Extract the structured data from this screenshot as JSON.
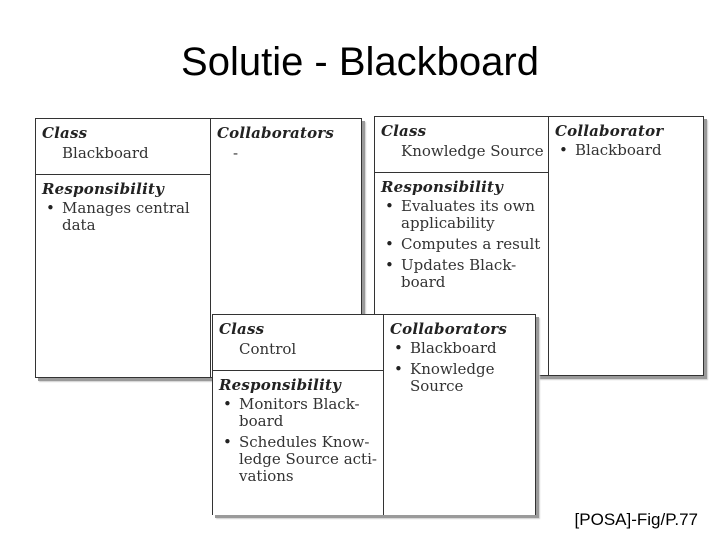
{
  "title": "Solutie - Blackboard",
  "caption": "[POSA]-Fig/P.77",
  "cards": {
    "blackboard": {
      "class_header": "Class",
      "class_name": "Blackboard",
      "collab_header": "Collaborators",
      "collaborators": [
        "-"
      ],
      "resp_header": "Responsibility",
      "responsibilities": [
        "Manages central\ndata"
      ]
    },
    "knowledge_source": {
      "class_header": "Class",
      "class_name": "Knowledge Source",
      "collab_header": "Collaborator",
      "collaborators": [
        "Blackboard"
      ],
      "resp_header": "Responsibility",
      "responsibilities": [
        "Evaluates its own\napplicability",
        "Computes a result",
        "Updates Black-\nboard"
      ]
    },
    "control": {
      "class_header": "Class",
      "class_name": "Control",
      "collab_header": "Collaborators",
      "collaborators": [
        "Blackboard",
        "Knowledge\nSource"
      ],
      "resp_header": "Responsibility",
      "responsibilities": [
        "Monitors Black-\nboard",
        "Schedules Know-\nledge Source acti-\nvations"
      ]
    }
  }
}
